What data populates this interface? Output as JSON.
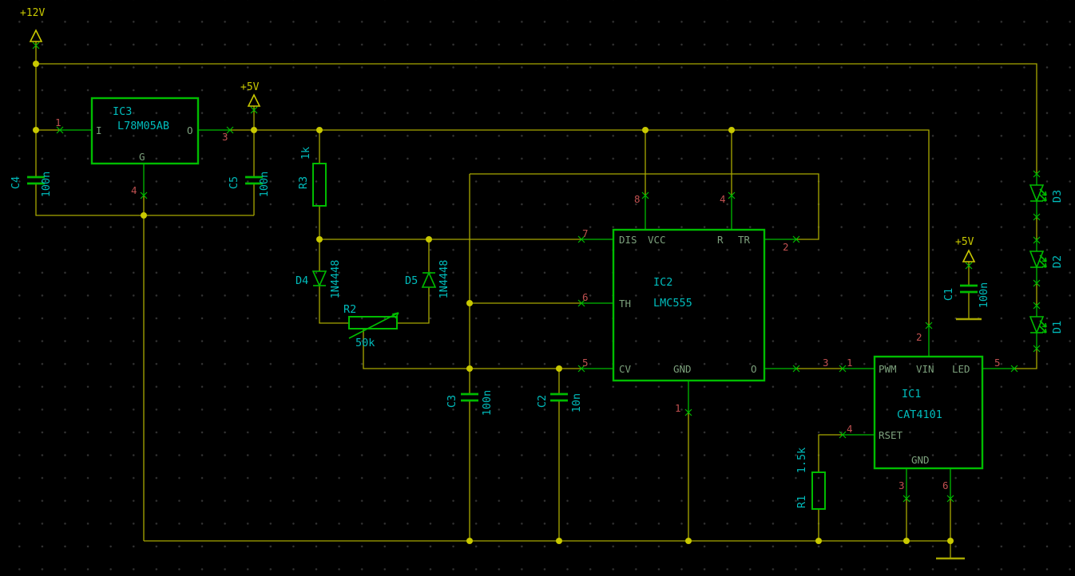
{
  "colors": {
    "background": "#000000",
    "grid_dot": "#343434",
    "net_wire": "#A8A800",
    "junction": "#C8C800",
    "symbol_green": "#00BC00",
    "pin_name_green": "#7CA07C",
    "label_cyan": "#00BCBC",
    "pin_number_red": "#C05050",
    "supply_yellow": "#C8C800"
  },
  "supplies": {
    "v12": "+12V",
    "v5_left": "+5V",
    "v5_right": "+5V"
  },
  "ics": {
    "ic3": {
      "name": "IC3",
      "value": "L78M05AB",
      "pin_in": "I",
      "pin_out": "O",
      "pin_gnd": "G",
      "num_in": "1",
      "num_out": "3",
      "num_gnd": "4"
    },
    "ic2": {
      "name": "IC2",
      "value": "LMC555",
      "pin_dis": "DIS",
      "pin_vcc": "VCC",
      "pin_reset": "R",
      "pin_trigger": "TR",
      "pin_threshold": "TH",
      "pin_control": "CV",
      "pin_gnd": "GND",
      "pin_output": "O",
      "num_dis": "7",
      "num_threshold": "6",
      "num_control": "5",
      "num_vcc": "8",
      "num_reset": "4",
      "num_trigger": "2",
      "num_output": "3",
      "num_gnd": "1"
    },
    "ic1": {
      "name": "IC1",
      "value": "CAT4101",
      "pin_pwm": "PWM",
      "pin_vin": "VIN",
      "pin_led": "LED",
      "pin_rset": "RSET",
      "pin_gnd": "GND",
      "num_pwm": "1",
      "num_vin": "2",
      "num_led": "5",
      "num_rset": "4",
      "num_gnd_a": "3",
      "num_gnd_b": "6"
    }
  },
  "resistors": {
    "r1": {
      "name": "R1",
      "value": "1.5k"
    },
    "r2": {
      "name": "R2",
      "value": "50k"
    },
    "r3": {
      "name": "R3",
      "value": "1k"
    }
  },
  "capacitors": {
    "c1": {
      "name": "C1",
      "value": "100n"
    },
    "c2": {
      "name": "C2",
      "value": "10n"
    },
    "c3": {
      "name": "C3",
      "value": "100n"
    },
    "c4": {
      "name": "C4",
      "value": "100n"
    },
    "c5": {
      "name": "C5",
      "value": "100n"
    }
  },
  "diodes": {
    "d1": {
      "name": "D1"
    },
    "d2": {
      "name": "D2"
    },
    "d3": {
      "name": "D3"
    },
    "d4": {
      "name": "D4",
      "value": "1N4448"
    },
    "d5": {
      "name": "D5",
      "value": "1N4448"
    }
  }
}
